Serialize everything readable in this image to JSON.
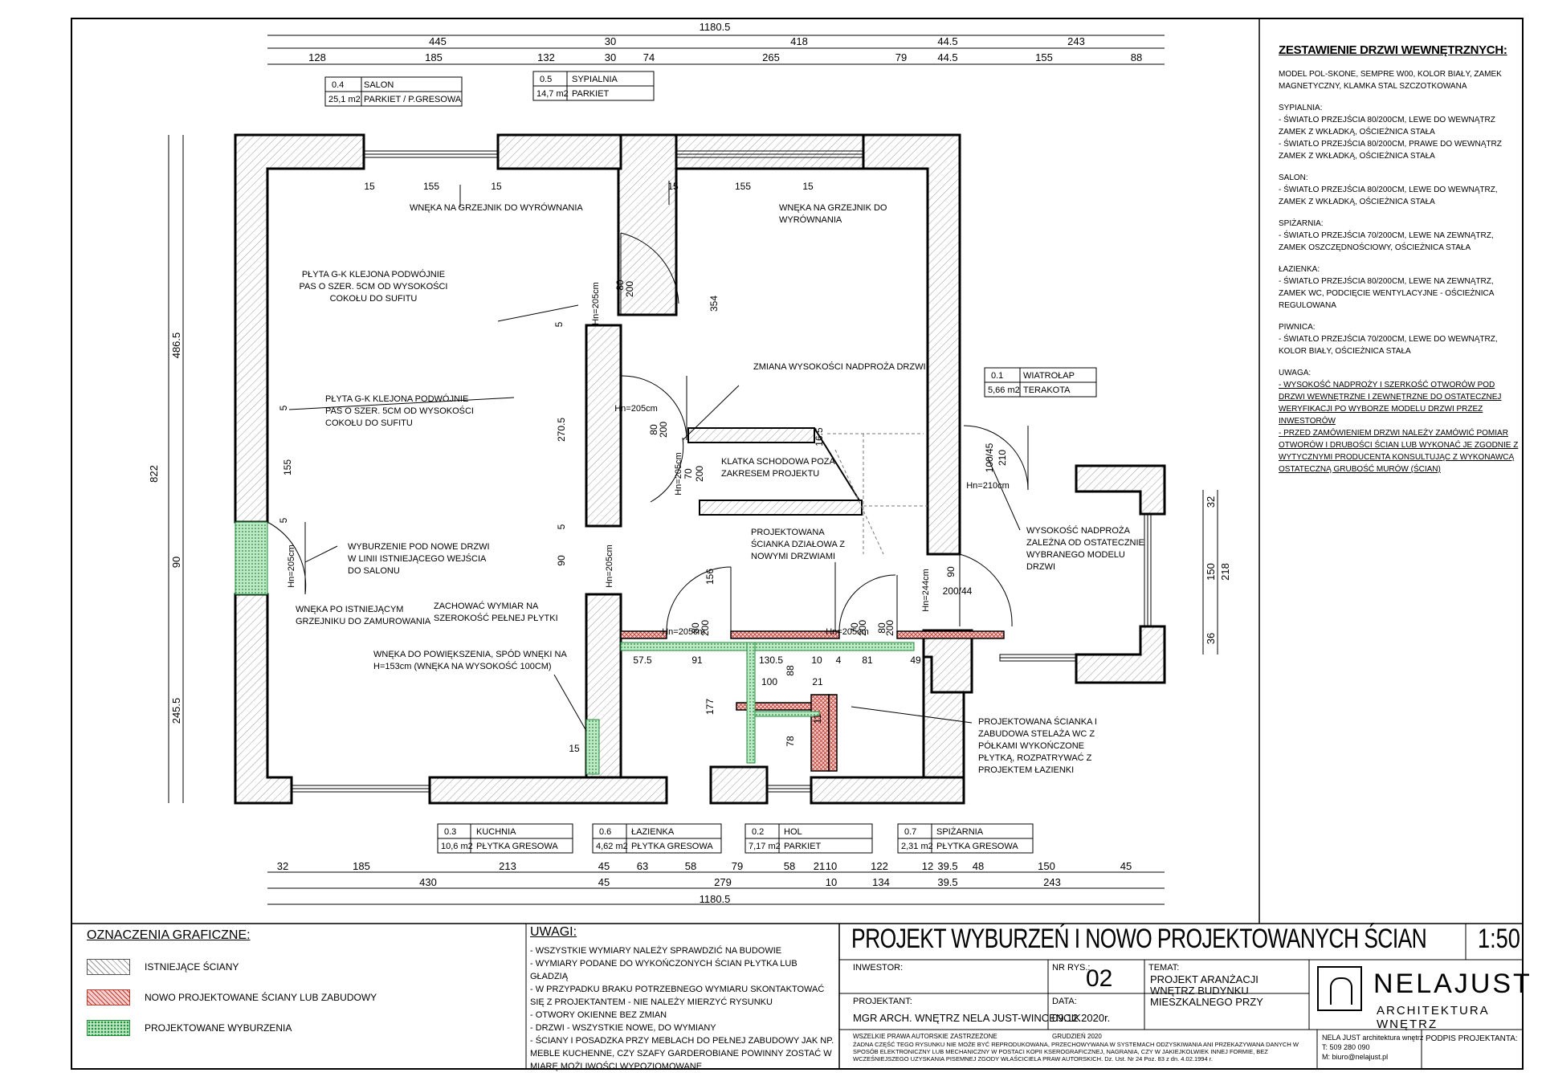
{
  "dims": {
    "top_total": "1180.5",
    "top_row1": [
      "445",
      "30",
      "418",
      "44.5",
      "243"
    ],
    "top_row2": [
      "128",
      "185",
      "132",
      "30",
      "74",
      "265",
      "79",
      "44.5",
      "155",
      "88"
    ],
    "bottom_row1": [
      "32",
      "185",
      "213",
      "45",
      "63",
      "58",
      "79",
      "58",
      "21",
      "10",
      "122",
      "12",
      "39.5",
      "48",
      "150",
      "45"
    ],
    "bottom_row2": [
      "430",
      "45",
      "279",
      "10",
      "134",
      "39.5",
      "243"
    ],
    "bottom_total": "1180.5",
    "left_total": "822",
    "left_parts": [
      "486.5",
      "90",
      "245.5"
    ],
    "right_parts": [
      "32",
      "150",
      "36",
      "218"
    ],
    "interior": [
      "15",
      "155",
      "15",
      "15",
      "155",
      "15",
      "354",
      "270.5",
      "5",
      "5",
      "5",
      "5",
      "155",
      "90",
      "57.5",
      "91",
      "130.5",
      "10",
      "4",
      "81",
      "49",
      "100",
      "88",
      "21",
      "177",
      "11",
      "78",
      "156",
      "15",
      "90",
      "200/44",
      "80",
      "200",
      "16.5",
      "70",
      "200",
      "80",
      "200",
      "100/45",
      "210",
      "80",
      "200",
      "70",
      "200",
      "80",
      "200"
    ],
    "door_heights": [
      "Hn=205cm",
      "Hn=205cm",
      "Hn=205cm",
      "Hn=205cm",
      "Hn=205cm",
      "Hn=205cm",
      "Hn=205cm",
      "Hn=210cm",
      "Hn=244cm"
    ]
  },
  "rooms": [
    {
      "no": "0.4",
      "name": "SALON",
      "area": "25,1 m2",
      "floor": "PARKIET / P.GRESOWA"
    },
    {
      "no": "0.5",
      "name": "SYPIALNIA",
      "area": "14,7 m2",
      "floor": "PARKIET"
    },
    {
      "no": "0.1",
      "name": "WIATROŁAP",
      "area": "5,66 m2",
      "floor": "TERAKOTA"
    },
    {
      "no": "0.3",
      "name": "KUCHNIA",
      "area": "10,6 m2",
      "floor": "PŁYTKA GRESOWA"
    },
    {
      "no": "0.6",
      "name": "ŁAZIENKA",
      "area": "4,62 m2",
      "floor": "PŁYTKA GRESOWA"
    },
    {
      "no": "0.2",
      "name": "HOL",
      "area": "7,17 m2",
      "floor": "PARKIET"
    },
    {
      "no": "0.7",
      "name": "SPIŻARNIA",
      "area": "2,31 m2",
      "floor": "PŁYTKA GRESOWA"
    }
  ],
  "annotations": [
    [
      "WNĘKA NA GRZEJNIK DO WYRÓWNANIA"
    ],
    [
      "WNĘKA NA GRZEJNIK DO",
      "WYRÓWNANIA"
    ],
    [
      "PŁYTA G-K KLEJONA PODWÓJNIE",
      "PAS O SZER. 5CM OD WYSOKOŚCI",
      "COKOŁU DO SUFITU"
    ],
    [
      "PŁYTA G-K KLEJONA PODWÓJNIE",
      "PAS O SZER. 5CM OD WYSOKOŚCI",
      "COKOŁU DO SUFITU"
    ],
    [
      "ZMIANA WYSOKOŚCI NADPROŻA DRZWI"
    ],
    [
      "KLATKA SCHODOWA POZA",
      "ZAKRESEM PROJEKTU"
    ],
    [
      "WYBURZENIE POD NOWE DRZWI",
      "W LINII ISTNIEJĄCEGO WEJŚCIA",
      "DO SALONU"
    ],
    [
      "PROJEKTOWANA",
      "ŚCIANKA DZIAŁOWA Z",
      "NOWYMI DRZWIAMI"
    ],
    [
      "WYSOKOŚĆ NADPROŻA",
      "ZALEŻNA OD OSTATECZNIE",
      "WYBRANEGO MODELU",
      "DRZWI"
    ],
    [
      "WNĘKA PO ISTNIEJĄCYM",
      "GRZEJNIKU DO ZAMUROWANIA"
    ],
    [
      "ZACHOWAĆ WYMIAR NA",
      "SZEROKOŚĆ PEŁNEJ PŁYTKI"
    ],
    [
      "WNĘKA DO POWIĘKSZENIA, SPÓD WNĘKI NA",
      "H=153cm (WNĘKA NA WYSOKOŚĆ 100CM)"
    ],
    [
      "PROJEKTOWANA ŚCIANKA I",
      "ZABUDOWA STELAŻA WC Z",
      "PÓŁKAMI WYKOŃCZONE",
      "PŁYTKĄ, ROZPATRYWAĆ Z",
      "PROJEKTEM ŁAZIENKI"
    ]
  ],
  "doors": {
    "title": "ZESTAWIENIE DRZWI WEWNĘTRZNYCH:",
    "paragraphs": [
      "MODEL POL-SKONE, SEMPRE W00, KOLOR BIAŁY, ZAMEK MAGNETYCZNY, KLAMKA STAL SZCZOTKOWANA",
      "SYPIALNIA:\n- ŚWIATŁO PRZEJŚCIA 80/200CM, LEWE DO WEWNĄTRZ ZAMEK Z WKŁADKĄ, OŚCIEŻNICA STAŁA\n- ŚWIATŁO PRZEJŚCIA 80/200CM, PRAWE DO WEWNĄTRZ ZAMEK Z WKŁADKĄ, OŚCIEŻNICA STAŁA",
      "SALON:\n- ŚWIATŁO PRZEJŚCIA 80/200CM, LEWE DO WEWNĄTRZ, ZAMEK Z WKŁADKĄ, OŚCIEŻNICA STAŁA",
      "SPIŻARNIA:\n- ŚWIATŁO PRZEJŚCIA 70/200CM, LEWE NA ZEWNĄTRZ, ZAMEK OSZCZĘDNOŚCIOWY, OŚCIEŻNICA STAŁA",
      "ŁAZIENKA:\n- ŚWIATŁO PRZEJŚCIA 80/200CM, LEWE NA ZEWNĄTRZ, ZAMEK WC, PODCIĘCIE WENTYLACYJNE - OŚCIEŻNICA REGULOWANA",
      "PIWNICA:\n- ŚWIATŁO PRZEJŚCIA 70/200CM, LEWE DO WEWNĄTRZ, KOLOR BIAŁY, OŚCIEŻNICA STAŁA"
    ],
    "uwaga_title": "UWAGA:",
    "uwaga": "- WYSOKOŚĆ NADPROŻY I SZERKOŚĆ OTWORÓW POD DRZWI WEWNĘTRZNE I ZEWNĘTRZNE DO OSTATECZNEJ WERYFIKACJI PO WYBORZE MODELU DRZWI PRZEZ INWESTORÓW\n- PRZED ZAMÓWIENIEM DRZWI NALEŻY ZAMÓWIĆ POMIAR OTWORÓW I DRUBOŚCI ŚCIAN LUB WYKONAĆ JE ZGODNIE Z WYTYCZNYMI PRODUCENTA KONSULTUJĄC Z WYKONAWCĄ OSTATECZNĄ GRUBOŚĆ MURÓW (ŚCIAN)"
  },
  "legend": {
    "title": "OZNACZENIA GRAFICZNE:",
    "items": [
      "ISTNIEJĄCE ŚCIANY",
      "NOWO PROJEKTOWANE ŚCIANY LUB ZABUDOWY",
      "PROJEKTOWANE WYBURZENIA"
    ],
    "colors": {
      "existing": "#999999",
      "new": "#c0392b",
      "demolition": "#1e8c3a"
    }
  },
  "notes": {
    "title": "UWAGI:",
    "items": [
      "- WSZYSTKIE WYMIARY NALEŻY SPRAWDZIĆ NA BUDOWIE",
      "- WYMIARY PODANE DO WYKOŃCZONYCH ŚCIAN PŁYTKA LUB GŁADZIĄ",
      "- W PRZYPADKU BRAKU POTRZEBNEGO WYMIARU SKONTAKTOWAĆ SIĘ Z PROJEKTANTEM - NIE NALEŻY MIERZYĆ RYSUNKU",
      "- OTWORY OKIENNE BEZ ZMIAN",
      "- DRZWI - WSZYSTKIE NOWE, DO WYMIANY",
      "- ŚCIANY I POSADZKA PRZY MEBLACH DO PEŁNEJ ZABUDOWY JAK NP. MEBLE KUCHENNE, CZY SZAFY GARDEROBIANE POWINNY ZOSTAĆ W MIARĘ MOŻLIWOŚCI WYPOZIOMOWANE"
    ]
  },
  "titleblock": {
    "title": "PROJEKT WYBURZEŃ I NOWO PROJEKTOWANYCH ŚCIAN",
    "scale": "1:50",
    "investor_label": "INWESTOR:",
    "nr_label": "NR RYS.:",
    "nr": "02",
    "temat_label": "TEMAT:",
    "temat": "PROJEKT ARANŻACJI WNĘTRZ BUDYNKU MIESZKALNEGO PRZY",
    "projektant_label": "PROJEKTANT:",
    "projektant": "MGR ARCH. WNĘTRZ  NELA JUST-WINCENCIK",
    "data_label": "DATA:",
    "data": "09.12.2020r.",
    "copyright_title": "WSZELKIE PRAWA AUTORSKIE ZASTRZEŻONE",
    "copyright_date": "GRUDZIEŃ 2020",
    "copyright": "ŻADNA CZĘŚĆ TEGO RYSUNKU NIE MOŻE BYĆ REPRODUKOWANA, PRZECHOWYWANA W SYSTEMACH ODZYSKIWANIA ANI PRZEKAZYWANA DANYCH W SPOSÓB ELEKTRONICZNY LUB MECHANICZNY W POSTACI KOPII KSEROGRAFICZNEJ, NAGRANIA, CZY W JAKIEJKOLWIEK INNEJ FORMIE, BEZ WCZEŚNIEJSZEGO UZYSKANIA PISEMNEJ ZGODY WŁAŚCICIELA PRAW AUTORSKICH.     Dz. Ust. Nr 24 Poz. 83 z dn. 4.02.1994 r.",
    "brand": "NELAJUST",
    "brand_sub": "ARCHITEKTURA WNĘTRZ",
    "contact": [
      "NELA JUST architektura wnętrz",
      "T: 509 280 090",
      "M: biuro@nelajust.pl"
    ],
    "sign_label": "PODPIS PROJEKTANTA:"
  }
}
